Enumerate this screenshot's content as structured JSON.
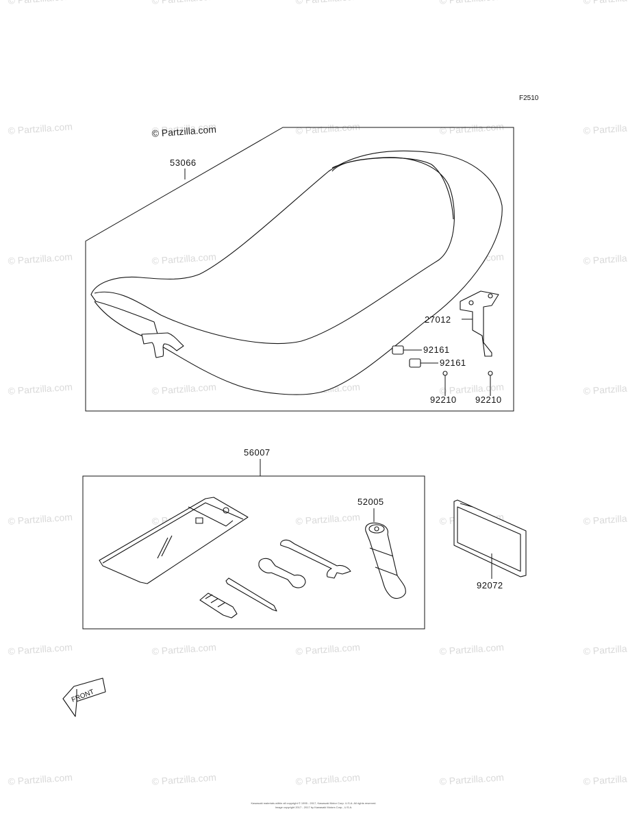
{
  "figure_code": "F2510",
  "brand_watermark": "© Partzilla.com",
  "watermark_text": "© Partzilla.com",
  "front_label": "FRONT",
  "parts": {
    "seat": "53066",
    "seat_bracket": "27012",
    "cushion_a": "92161",
    "cushion_b": "92161",
    "screw_a": "92210",
    "screw_b": "92210",
    "tool_kit": "56007",
    "grease_gun": "52005",
    "label": "92072"
  },
  "copyright_line1": "Kawasaki materials within all copyright © 1995 - 2017, Kawasaki Motor Corp. U.S.A. All rights reserved.",
  "copyright_line2": "Image copyright 2017 - 2017 by Kawasaki Motors Corp., U.S.A."
}
